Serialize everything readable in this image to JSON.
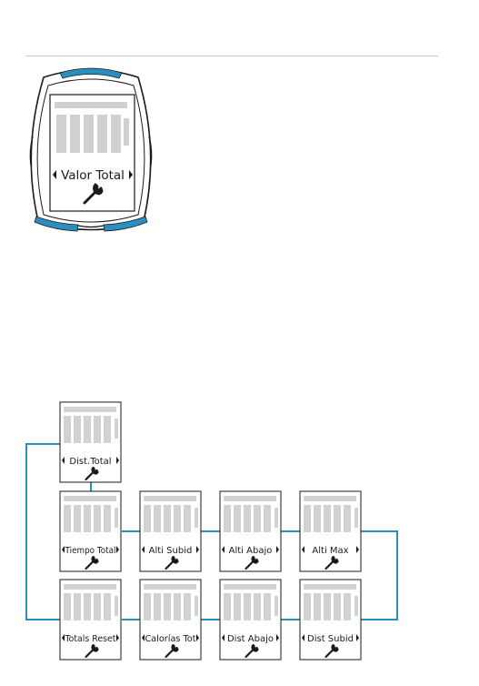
{
  "colors": {
    "accent": "#2a8fc0",
    "outline": "#1a1a1a",
    "ghost": "#cccccc",
    "screen": "#ffffff"
  },
  "device": {
    "label": "Valor Total",
    "icon": "wrench-icon"
  },
  "menu": {
    "root": {
      "label": "Dist.Total",
      "icon": "wrench-icon"
    },
    "row1": [
      {
        "label": "Tiempo Total",
        "icon": "wrench-icon"
      },
      {
        "label": "Alti Subid",
        "icon": "wrench-icon"
      },
      {
        "label": "Alti Abajo",
        "icon": "wrench-icon"
      },
      {
        "label": "Alti Max",
        "icon": "wrench-icon"
      }
    ],
    "row2": [
      {
        "label": "Totals Reset",
        "icon": "wrench-icon"
      },
      {
        "label": "Calorías Tot",
        "icon": "wrench-icon"
      },
      {
        "label": "Dist Abajo",
        "icon": "wrench-icon"
      },
      {
        "label": "Dist Subid",
        "icon": "wrench-icon"
      }
    ]
  }
}
